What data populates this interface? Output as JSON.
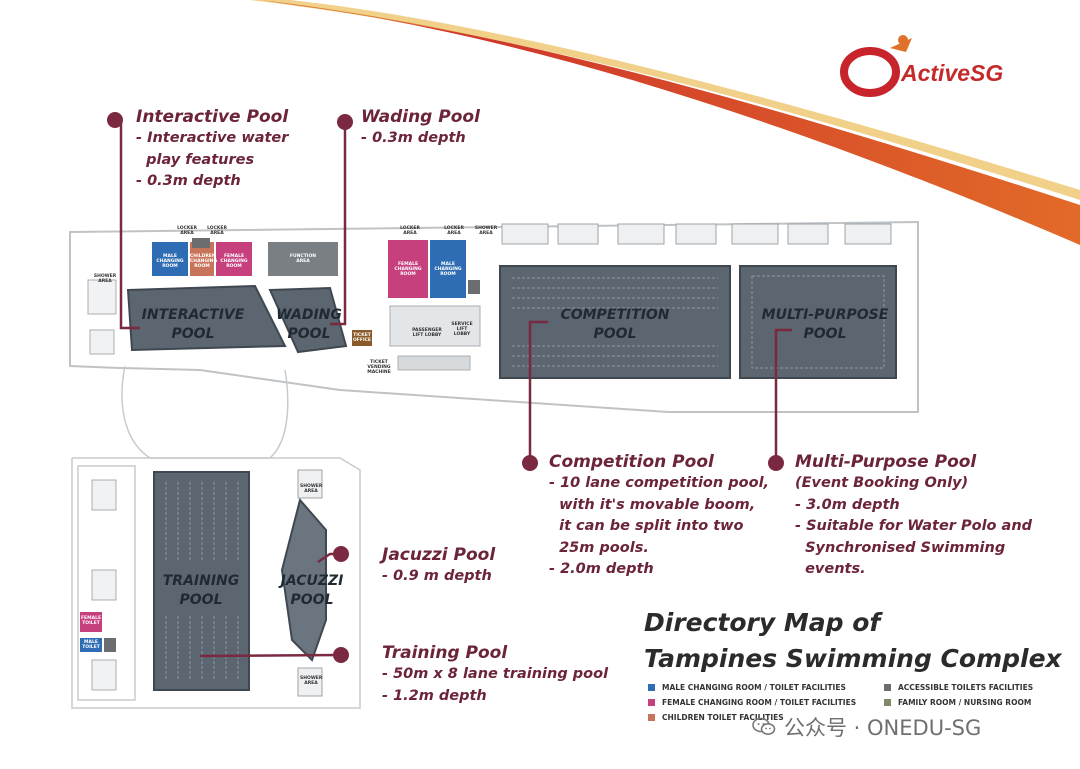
{
  "brand": {
    "logo_text": "ActiveSG"
  },
  "map": {
    "room_labels": {
      "locker_1": "LOCKER AREA",
      "locker_2": "LOCKER AREA",
      "locker_3": "LOCKER AREA",
      "locker_4": "LOCKER AREA",
      "shower_1": "SHOWER AREA",
      "shower_2": "SHOWER AREA",
      "shower_3": "SHOWER AREA",
      "shower_4": "SHOWER AREA",
      "male_changing_1": "MALE CHANGING ROOM",
      "female_changing_1": "FEMALE CHANGING ROOM",
      "children_changing": "CHILDREN CHANGING ROOM",
      "female_changing_2": "FEMALE CHANGING ROOM",
      "male_changing_2": "MALE CHANGING ROOM",
      "function_area": "FUNCTION AREA",
      "ticket_office": "TICKET OFFICE",
      "ticket_vending": "TICKET VENDING MACHINE",
      "passenger_lift": "PASSENGER LIFT LOBBY",
      "service_lift": "SERVICE LIFT LOBBY",
      "female_toilet": "FEMALE TOILET",
      "male_toilet": "MALE TOILET"
    },
    "pools": {
      "interactive": [
        "INTERACTIVE",
        "POOL"
      ],
      "wading": [
        "WADING",
        "POOL"
      ],
      "competition": [
        "COMPETITION",
        "POOL"
      ],
      "multipurpose": [
        "MULTI-PURPOSE",
        "POOL"
      ],
      "training": [
        "TRAINING",
        "POOL"
      ],
      "jacuzzi": [
        "JACUZZI",
        "POOL"
      ]
    }
  },
  "callouts": {
    "interactive": {
      "title": "Interactive Pool",
      "lines": [
        "- Interactive water",
        "  play features",
        "- 0.3m depth"
      ]
    },
    "wading": {
      "title": "Wading Pool",
      "lines": [
        "- 0.3m depth"
      ]
    },
    "competition": {
      "title": "Competition Pool",
      "lines": [
        "- 10 lane competition pool,",
        "  with it's movable boom,",
        "  it can be split into two",
        "  25m pools.",
        "- 2.0m depth"
      ]
    },
    "multipurpose": {
      "title": "Multi-Purpose Pool",
      "lines": [
        "(Event Booking Only)",
        "- 3.0m depth",
        "- Suitable for Water Polo and",
        "  Synchronised Swimming",
        "  events."
      ]
    },
    "jacuzzi": {
      "title": "Jacuzzi Pool",
      "lines": [
        "- 0.9 m depth"
      ]
    },
    "training": {
      "title": "Training Pool",
      "lines": [
        "- 50m x 8 lane training pool",
        "- 1.2m depth"
      ]
    }
  },
  "directory": {
    "title_line1": "Directory Map of",
    "title_line2": "Tampines Swimming Complex",
    "legend": [
      {
        "label": "MALE CHANGING ROOM / TOILET FACILITIES",
        "color": "#2e6db4"
      },
      {
        "label": "FEMALE CHANGING ROOM / TOILET FACILITIES",
        "color": "#c7407e"
      },
      {
        "label": "CHILDREN TOILET FACILITIES",
        "color": "#c8745a"
      },
      {
        "label": "ACCESSIBLE TOILETS FACILITIES",
        "color": "#6b6e70"
      },
      {
        "label": "FAMILY ROOM / NURSING ROOM",
        "color": "#7f8a6a"
      }
    ]
  },
  "watermark": {
    "text": "公众号 · ONEDU-SG"
  },
  "colors": {
    "accent": "#7a2940",
    "pool": "#5b6670",
    "pool_dark": "#46505a",
    "swoosh_red": "#c8242b",
    "swoosh_orange": "#e0712a"
  }
}
